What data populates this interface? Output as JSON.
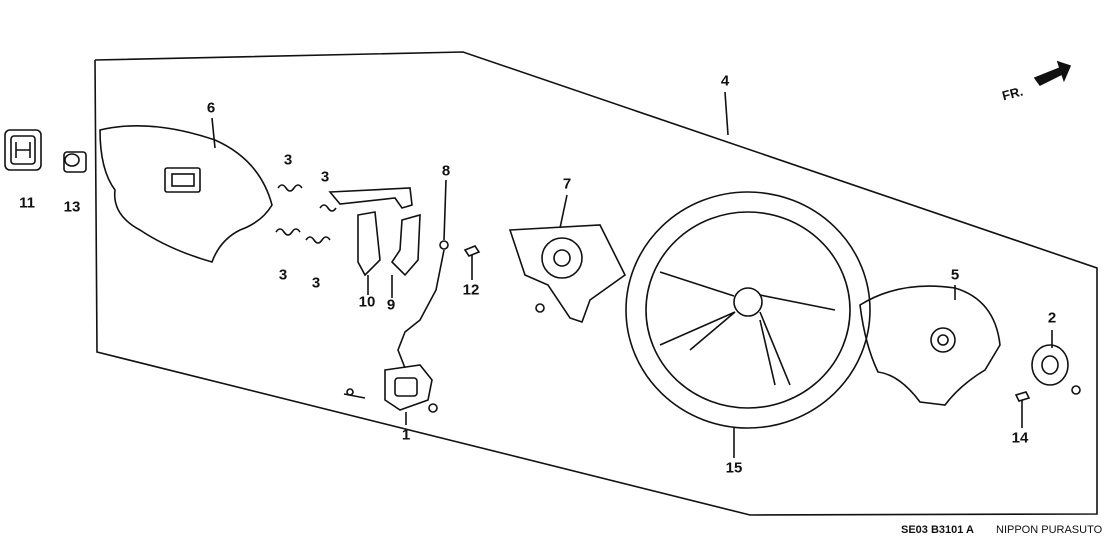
{
  "diagram": {
    "direction_label": "FR.",
    "part_labels": {
      "p6": "6",
      "p3a": "3",
      "p3b": "3",
      "p3c": "3",
      "p3d": "3",
      "p8": "8",
      "p7": "7",
      "p4": "4",
      "p11": "11",
      "p13": "13",
      "p10": "10",
      "p9": "9",
      "p12": "12",
      "p1": "1",
      "p5": "5",
      "p2": "2",
      "p14": "14",
      "p15": "15"
    },
    "diagram_code": "SE03 B3101 A",
    "publisher": "NIPPON PURASUTO"
  }
}
